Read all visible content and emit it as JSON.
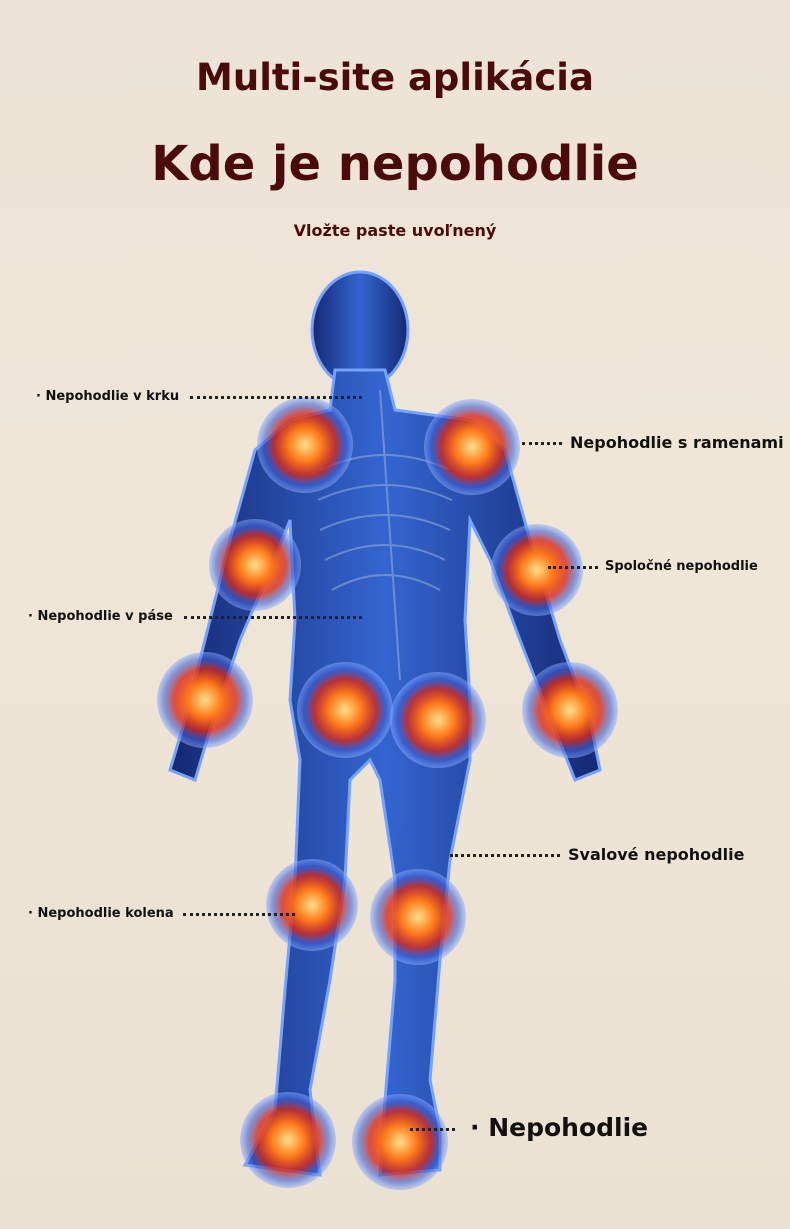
{
  "header": {
    "title": "Multi-site aplikácia",
    "headline": "Kde je nepohodlie",
    "subtitle": "Vložte paste uvoľnený"
  },
  "labels": {
    "neck": "Nepohodlie v krku",
    "shoulders": "Nepohodlie s ramenami",
    "joints": "Spoločné nepohodlie",
    "waist": "Nepohodlie v páse",
    "muscle": "Svalové nepohodlie",
    "knee": "Nepohodlie kolena",
    "foot": "Nepohodlie"
  },
  "colors": {
    "title": "#4b0b0b",
    "body": "#1c3fa8",
    "glow": "#ff5a1a"
  }
}
